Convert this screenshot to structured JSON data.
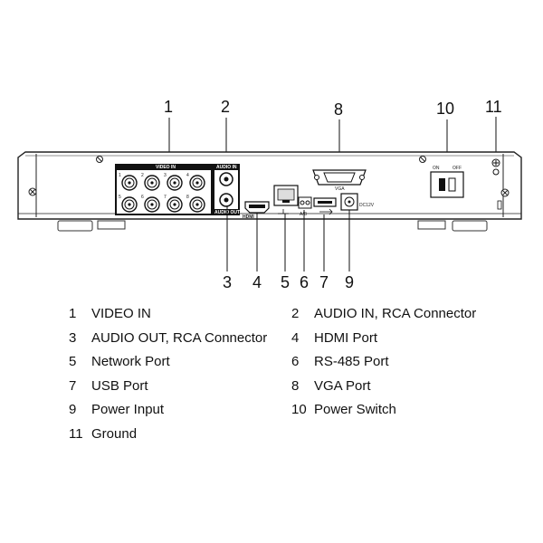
{
  "callouts_top": [
    "1",
    "2",
    "8",
    "10",
    "11"
  ],
  "callouts_bottom": [
    "3",
    "4",
    "5",
    "6",
    "7",
    "9"
  ],
  "panel_labels": {
    "video_in": "VIDEO IN",
    "audio_in": "AUDIO IN",
    "audio_out": "AUDIO OUT",
    "vga": "VGA",
    "hdmi": "HDMI",
    "rs485": "A/B",
    "power": "DC12V",
    "switch_on": "ON",
    "switch_off": "OFF",
    "channels": [
      "1",
      "2",
      "3",
      "4",
      "5",
      "6",
      "7",
      "8"
    ]
  },
  "legend": [
    {
      "num": "1",
      "label": "VIDEO IN"
    },
    {
      "num": "2",
      "label": "AUDIO IN, RCA Connector"
    },
    {
      "num": "3",
      "label": "AUDIO OUT, RCA Connector"
    },
    {
      "num": "4",
      "label": "HDMI Port"
    },
    {
      "num": "5",
      "label": "Network Port"
    },
    {
      "num": "6",
      "label": "RS-485 Port"
    },
    {
      "num": "7",
      "label": "USB Port"
    },
    {
      "num": "8",
      "label": "VGA Port"
    },
    {
      "num": "9",
      "label": "Power Input"
    },
    {
      "num": "10",
      "label": "Power Switch"
    },
    {
      "num": "11",
      "label": "Ground"
    }
  ]
}
